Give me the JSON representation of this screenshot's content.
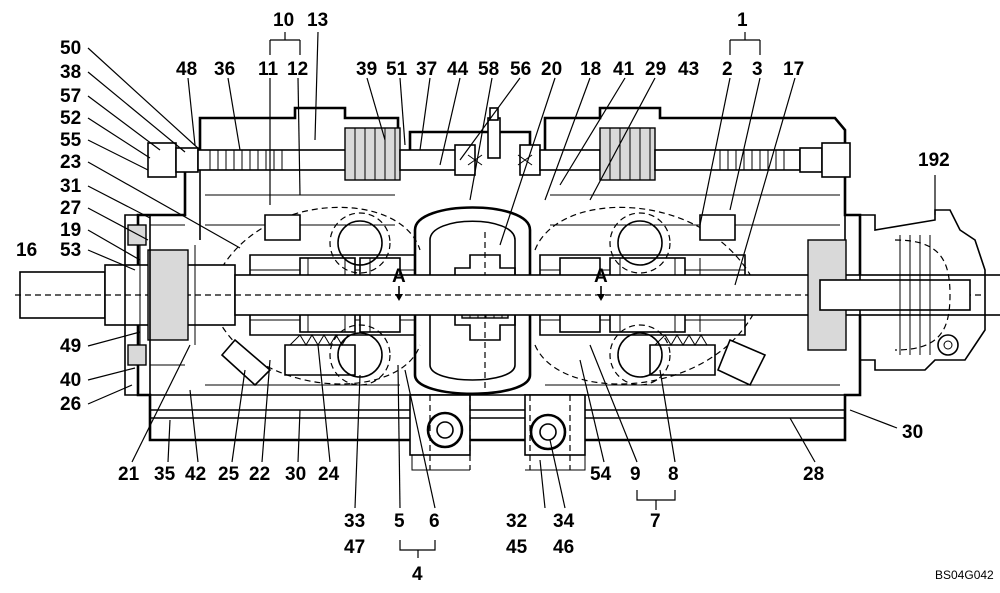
{
  "drawing_code": "BS04G042",
  "labels": {
    "top": [
      "10",
      "13",
      "1",
      "11",
      "12",
      "2",
      "3",
      "17",
      "48",
      "36",
      "39",
      "51",
      "37",
      "44",
      "58",
      "56",
      "20",
      "18",
      "41",
      "29",
      "43"
    ],
    "left": [
      "50",
      "38",
      "57",
      "52",
      "55",
      "23",
      "31",
      "27",
      "19",
      "16",
      "53",
      "49",
      "40",
      "26"
    ],
    "right": [
      "192",
      "30"
    ],
    "bottom": [
      "21",
      "35",
      "42",
      "25",
      "22",
      "30",
      "24",
      "33",
      "47",
      "5",
      "6",
      "4",
      "32",
      "45",
      "34",
      "46",
      "54",
      "9",
      "8",
      "7",
      "28"
    ],
    "section_marks": [
      "A",
      "A"
    ]
  }
}
